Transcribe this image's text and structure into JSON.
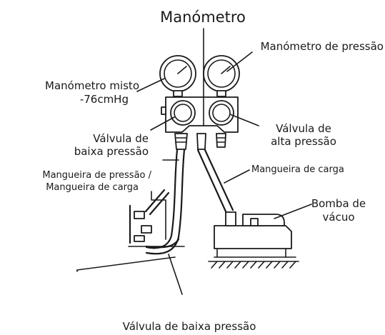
{
  "labels": {
    "title": "Manómetro",
    "pressure_gauge": "Manómetro de pressão",
    "mixed_gauge_line1": "Manómetro misto",
    "mixed_gauge_line2": "-76cmHg",
    "low_valve_line1": "Válvula de",
    "low_valve_line2": "baixa pressão",
    "high_valve_line1": "Válvula de",
    "high_valve_line2": "alta pressão",
    "hose_left_line1": "Mangueira de pressão /",
    "hose_left_line2": "Mangueira de carga",
    "hose_right": "Mangueira de carga",
    "pump_line1": "Bomba de",
    "pump_line2": "vácuo",
    "bottom": "Válvula de baixa pressão"
  }
}
